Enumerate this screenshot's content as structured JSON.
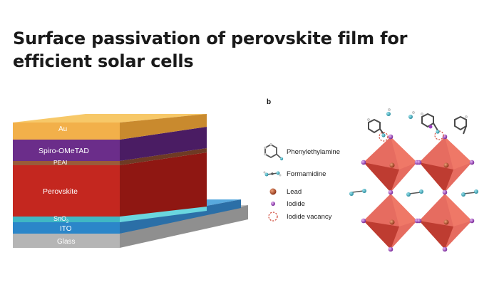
{
  "title": "Surface passivation of perovskite film for efficient solar cells",
  "left_panel": {
    "layers": [
      {
        "label": "Au",
        "color": "#f2b04a"
      },
      {
        "label": "Spiro-OMeTAD",
        "color": "#6b2d8a"
      },
      {
        "label": "PEAI",
        "color": "#9a5a3a"
      },
      {
        "label": "Perovskite",
        "color": "#c4271f"
      },
      {
        "label": "SnO",
        "subscript": "2",
        "color": "#3fb7c4"
      },
      {
        "label": "ITO",
        "color": "#2b86c9"
      },
      {
        "label": "Glass",
        "color": "#a9a9a9"
      }
    ]
  },
  "right_panel": {
    "panel_label": "b",
    "legend": [
      {
        "label": "Phenylethylamine",
        "icon": "phenylethylamine-molecule-icon"
      },
      {
        "label": "Formamidine",
        "icon": "formamidine-molecule-icon"
      },
      {
        "label": "Lead",
        "icon": "lead-atom-icon",
        "color": "#b8552b"
      },
      {
        "label": "Iodide",
        "icon": "iodide-atom-icon",
        "color": "#9b3fbf"
      },
      {
        "label": "Iodide vacancy",
        "icon": "iodide-vacancy-icon",
        "color": "#d04a3a"
      }
    ]
  }
}
